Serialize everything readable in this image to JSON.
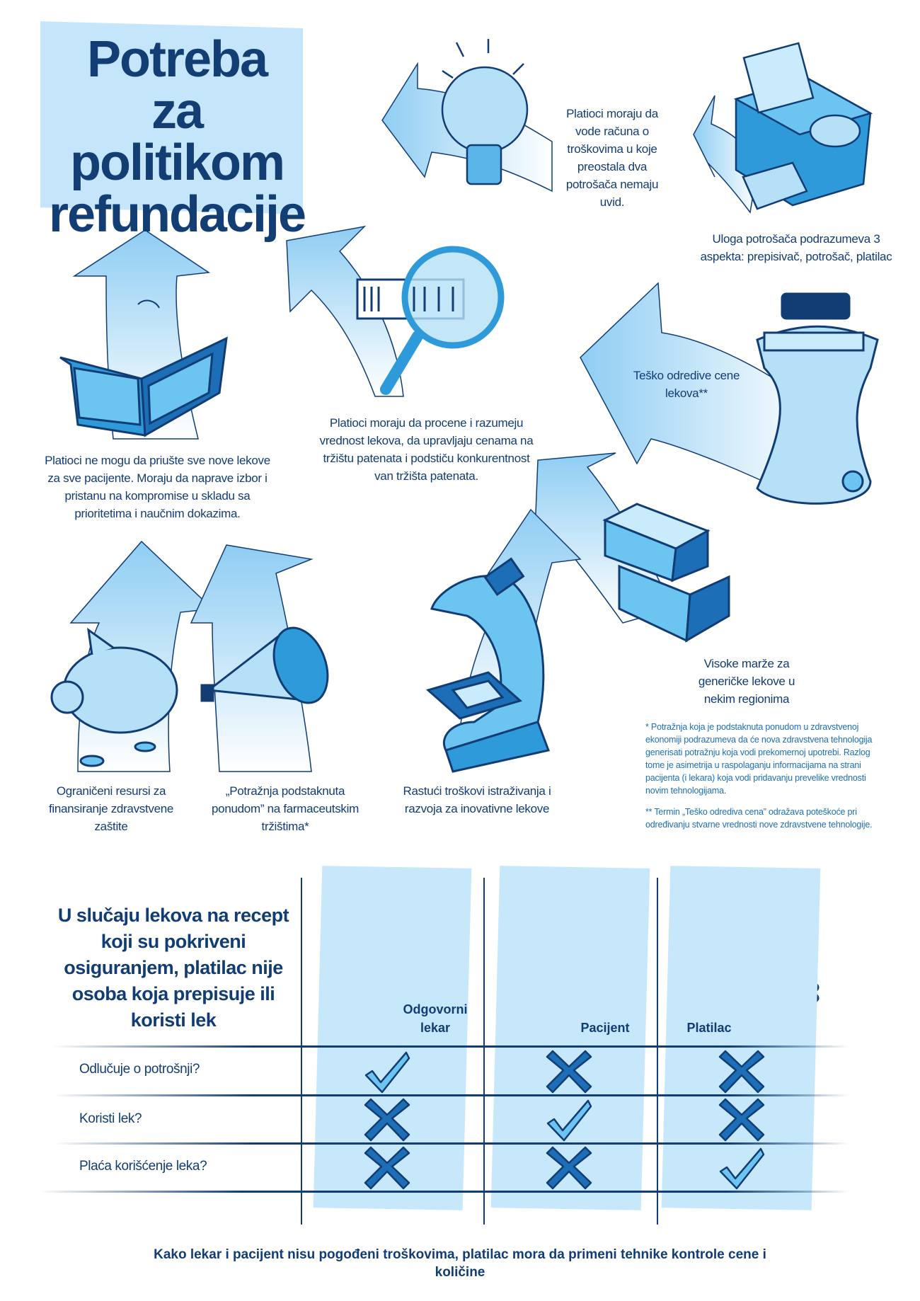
{
  "title": {
    "line1": "Potreba",
    "line2": "za politikom",
    "line3": "refundacije"
  },
  "items": {
    "bulb": "Platioci moraju da vode računa o troškovima u koje preostala dva potrošača nemaju uvid.",
    "consumer_role": "Uloga potrošača podrazumeva 3 aspekta: prepisivač, potrošač, platilac",
    "magnifier": "Platioci moraju da procene i razumeju vrednost lekova, da upravljaju cenama na tržištu patenata i podstiču konkurentnost van tržišta patenata.",
    "hard_prices": "Teško odredive cene lekova**",
    "wallet": "Platioci ne mogu da priušte sve nove lekove za sve pacijente. Moraju da naprave izbor i pristanu na kompromise u skladu sa prioritetima i naučnim dokazima.",
    "generic_margins": "Visoke marže za generičke lekove u nekim regionima",
    "limited_resources": "Ograničeni resursi za finansiranje zdravstvene zaštite",
    "supplier_demand": "„Potražnja podstaknuta ponudom” na farmaceutskim tržištima*",
    "research_costs": "Rastući troškovi istraživanja i razvoja za inovativne lekove"
  },
  "footnotes": {
    "note1": "* Potražnja koja je podstaknuta ponudom u zdravstvenoj ekonomiji podrazumeva da će nova zdravstvena tehnologija generisati potražnju koja vodi prekomernoj upotrebi. Razlog tome je asimetrija u raspolaganju informacijama na strani pacijenta (i lekara) koja vodi pridavanju prevelike vrednosti novim tehnologijama.",
    "note2": "** Termin „Teško odrediva cena” odražava poteškoće pri određivanju stvarne vrednosti nove zdravstvene tehnologije."
  },
  "table": {
    "question": "U slučaju lekova na recept koji su pokriveni osiguranjem, platilac nije osoba koja prepisuje ili koristi lek",
    "columns": [
      "Odgovorni lekar",
      "Pacijent",
      "Platilac"
    ],
    "rows": [
      {
        "label": "Odlučuje o potrošnji?",
        "values": [
          "check",
          "cross",
          "cross"
        ]
      },
      {
        "label": "Koristi lek?",
        "values": [
          "cross",
          "check",
          "cross"
        ]
      },
      {
        "label": "Plaća korišćenje leka?",
        "values": [
          "cross",
          "cross",
          "check"
        ]
      }
    ]
  },
  "conclusion": "Kako lekar i pacijent nisu pogođeni troškovima, platilac mora da primeni tehnike kontrole cene i količine",
  "colors": {
    "dark": "#123d74",
    "mid": "#2e8fd0",
    "light": "#c5e6fa"
  }
}
